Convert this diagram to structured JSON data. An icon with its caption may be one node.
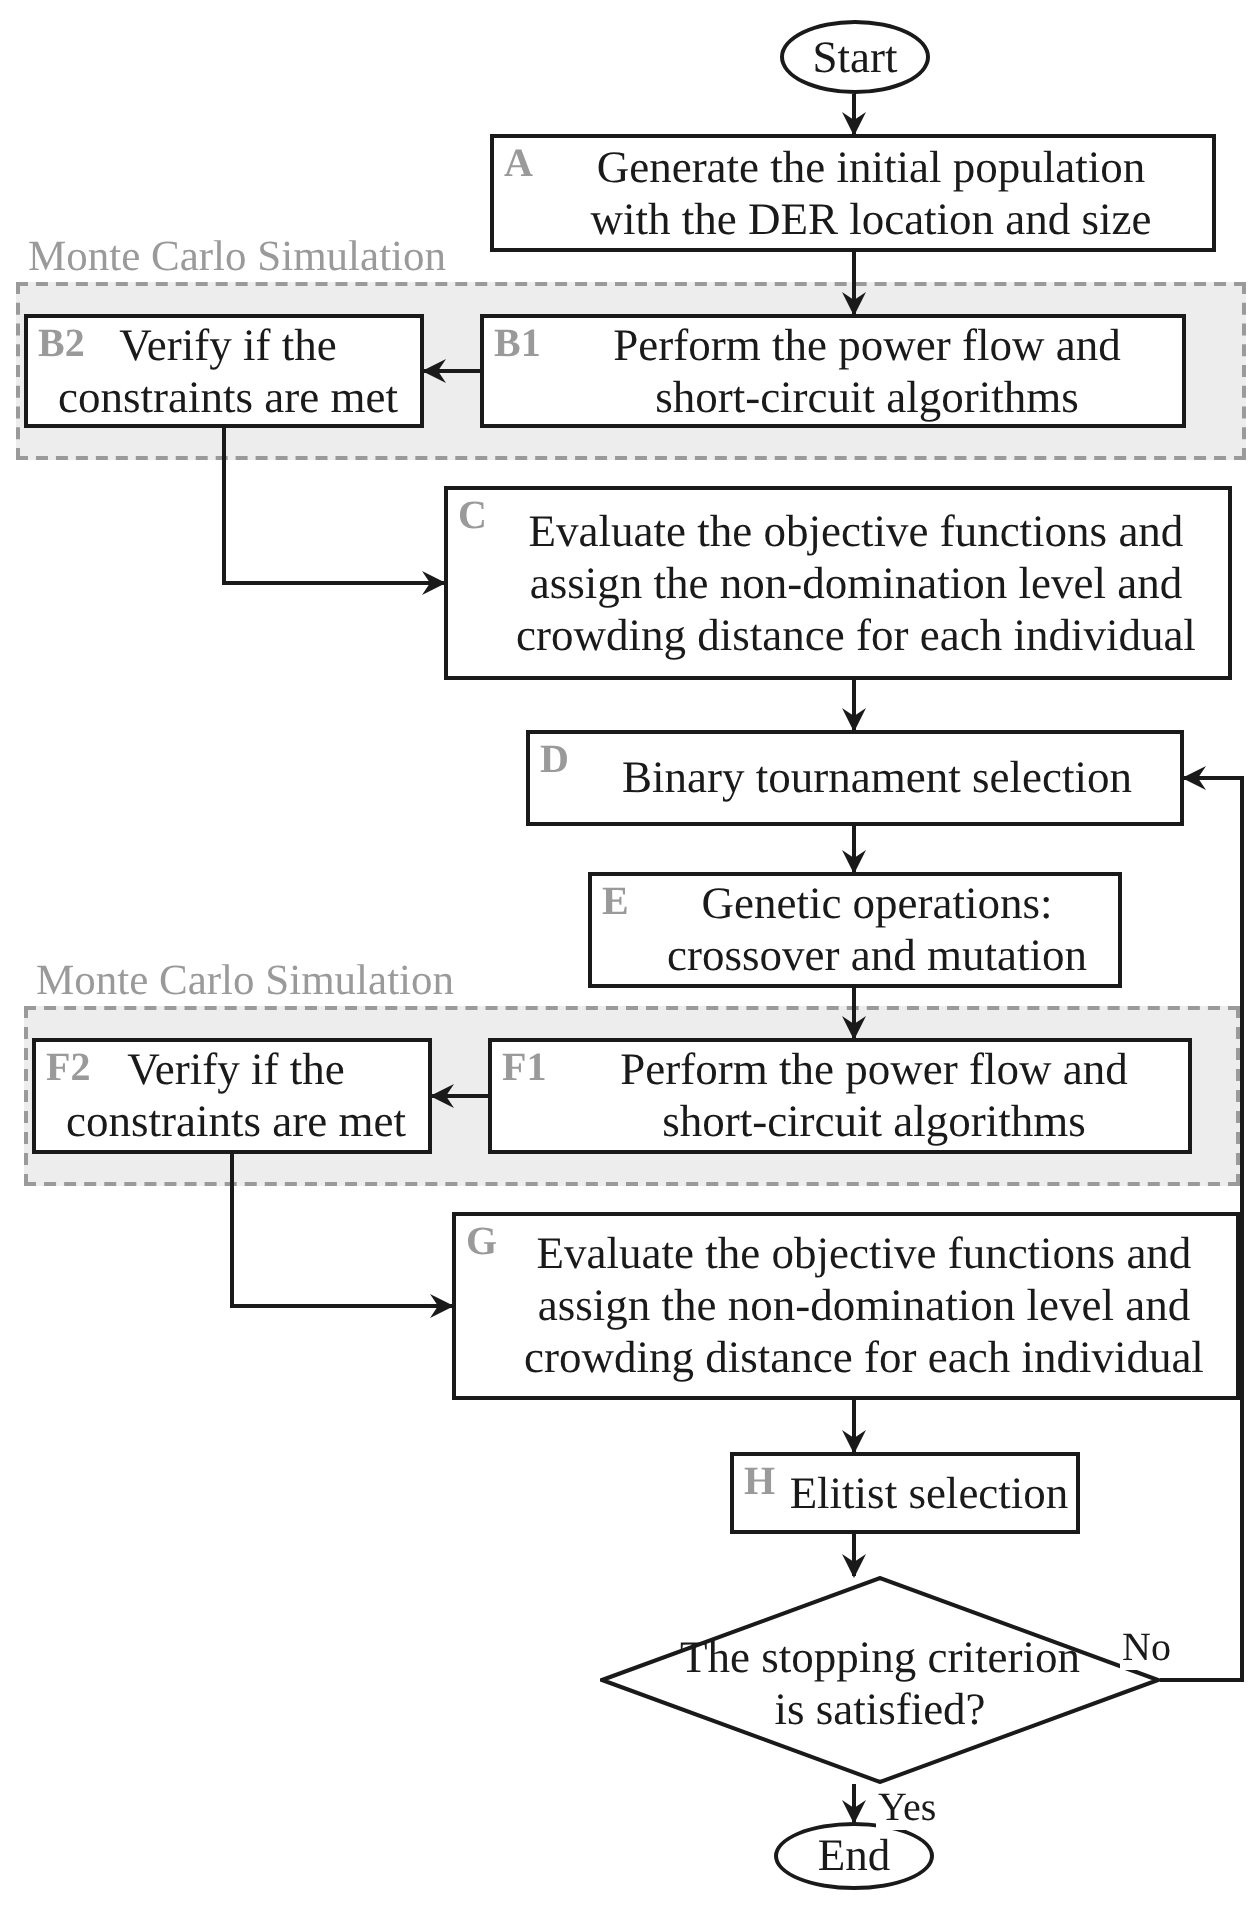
{
  "diagram": {
    "nodes": [
      {
        "text": [
          "Start"
        ]
      },
      {
        "text": [
          "A",
          "Generate the initial population with the DER location and size"
        ]
      },
      {
        "text": [
          "Monte Carlo Simulation"
        ]
      },
      {
        "text": [
          "B1",
          "Perform the power flow and short-circuit algorithms"
        ],
        "in": 2
      },
      {
        "text": [
          "B2",
          "Verify if the constraints are met"
        ],
        "in": 2
      },
      {
        "text": [
          "C",
          "Evaluate the objective functions and assign the non-domination level and crowding distance for each individual"
        ]
      },
      {
        "text": [
          "D",
          "Binary tournament selection"
        ]
      },
      {
        "text": [
          "E",
          "Genetic operations: crossover and mutation"
        ]
      },
      {
        "text": [
          "Monte Carlo Simulation"
        ]
      },
      {
        "text": [
          "F1",
          "Perform the power flow and short-circuit algorithms"
        ],
        "in": 8
      },
      {
        "text": [
          "F2",
          "Verify if the constraints are met"
        ],
        "in": 8
      },
      {
        "text": [
          "G",
          "Evaluate the objective functions and assign the non-domination level and crowding distance for each individual"
        ]
      },
      {
        "text": [
          "H",
          "Elitist selection"
        ]
      },
      {
        "text": [
          "The stopping criterion is satisfied?"
        ]
      },
      {
        "text": [
          "End"
        ]
      }
    ],
    "edges": [
      {
        "from": 0,
        "to": 1,
        "arrow": "to"
      },
      {
        "from": 1,
        "to": 3,
        "arrow": "to"
      },
      {
        "from": 3,
        "to": 4,
        "arrow": "to"
      },
      {
        "from": 4,
        "to": 5,
        "arrow": "to"
      },
      {
        "from": 5,
        "to": 6,
        "arrow": "to"
      },
      {
        "from": 6,
        "to": 7,
        "arrow": "to"
      },
      {
        "from": 7,
        "to": 9,
        "arrow": "to"
      },
      {
        "from": 9,
        "to": 10,
        "arrow": "to"
      },
      {
        "from": 10,
        "to": 11,
        "arrow": "to"
      },
      {
        "from": 11,
        "to": 12,
        "arrow": "to"
      },
      {
        "from": 12,
        "to": 13,
        "arrow": "to"
      },
      {
        "from": 13,
        "to": 14,
        "arrow": "to",
        "label": "Yes"
      },
      {
        "from": 13,
        "to": 6,
        "arrow": "to",
        "label": "No"
      }
    ]
  }
}
